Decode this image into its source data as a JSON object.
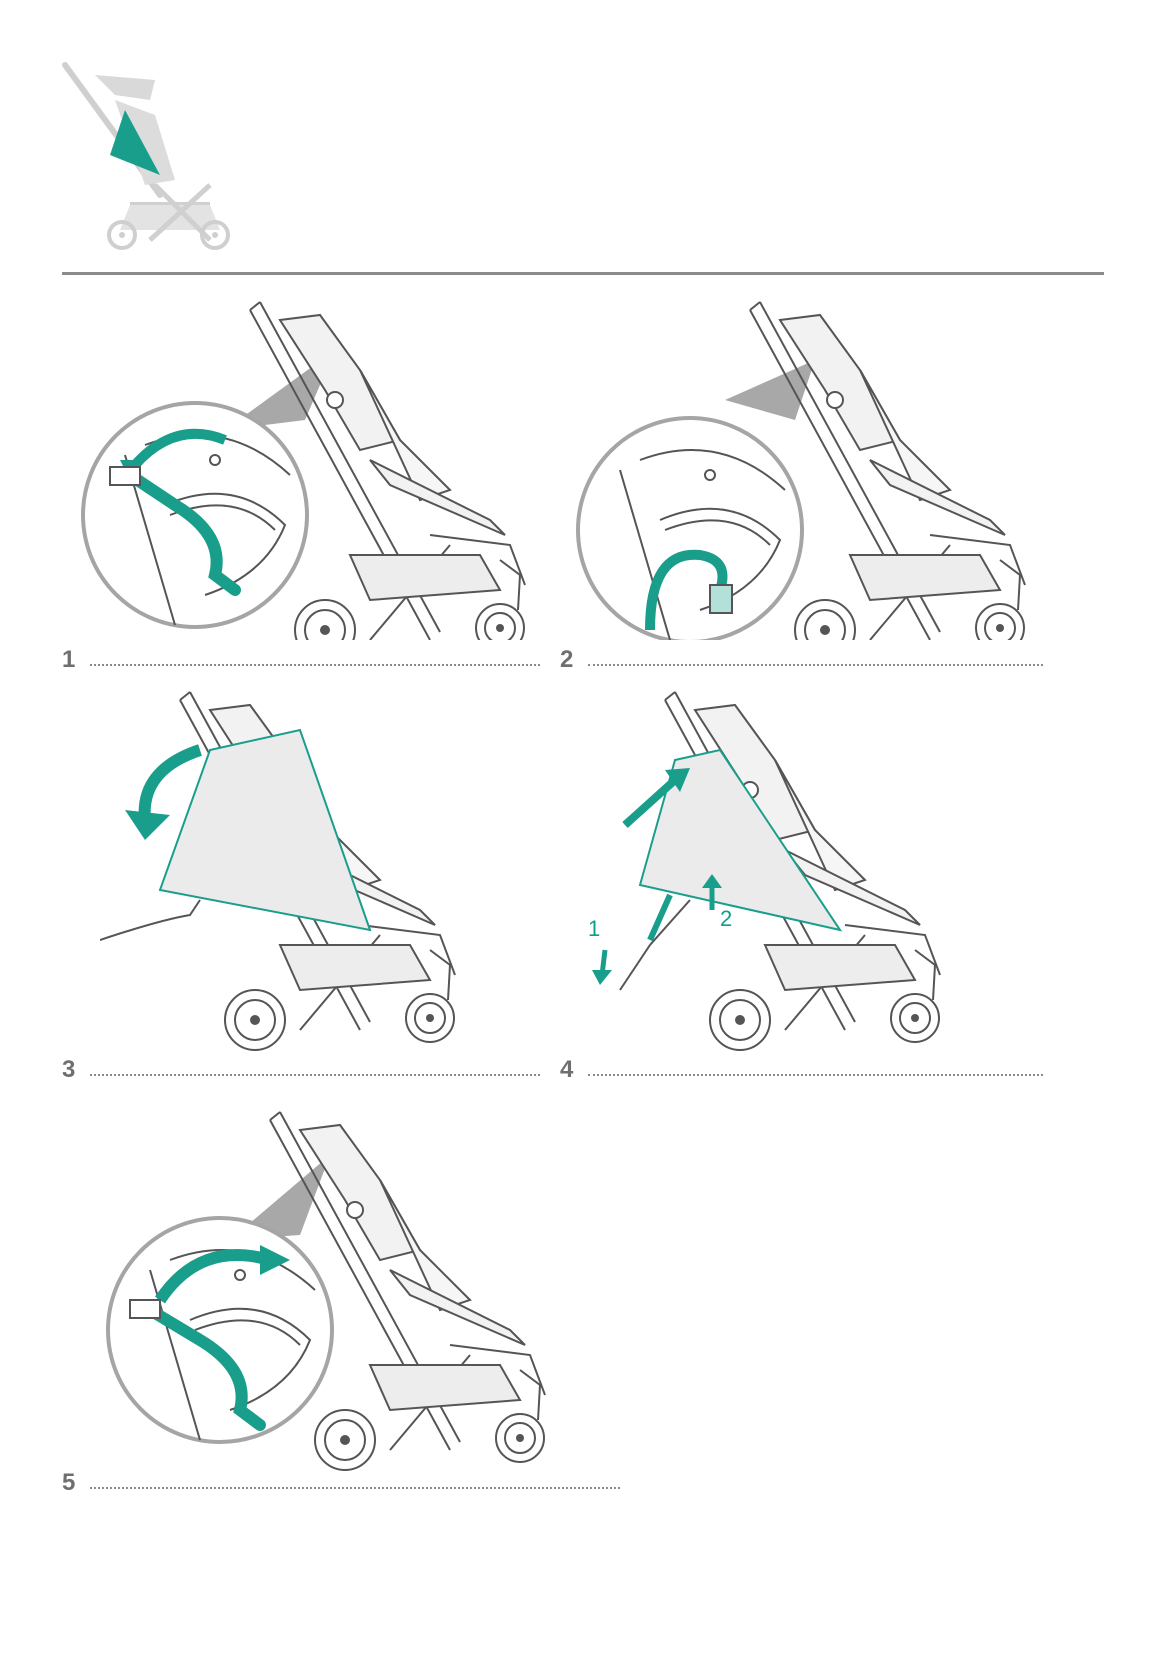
{
  "colors": {
    "accent": "#1a9e8c",
    "line": "#555555",
    "light_gray": "#d9d9d9",
    "rule_gray": "#8a8a8a"
  },
  "icons": {
    "hero": "stroller-footmuff-icon"
  },
  "steps": [
    {
      "number": "1"
    },
    {
      "number": "2"
    },
    {
      "number": "3"
    },
    {
      "number": "4"
    },
    {
      "number": "5"
    }
  ],
  "step4_callouts": {
    "first": "1",
    "second": "2"
  }
}
